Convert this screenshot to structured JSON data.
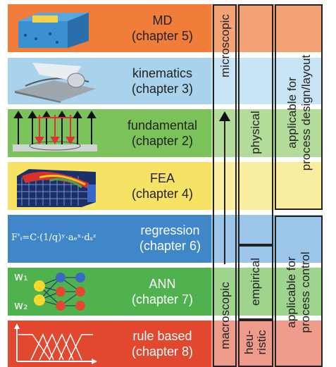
{
  "rows": [
    {
      "name": "MD",
      "chapter": "(chapter 5)",
      "color": "#f07d3a"
    },
    {
      "name": "kinematics",
      "chapter": "(chapter 3)",
      "color": "#a9d3ec"
    },
    {
      "name": "fundamental",
      "chapter": "(chapter 2)",
      "color": "#7cc25a"
    },
    {
      "name": "FEA",
      "chapter": "(chapter 4)",
      "color": "#f6e366"
    },
    {
      "name": "regression",
      "chapter": "(chapter 6)",
      "color": "#3f87c8"
    },
    {
      "name": "ANN",
      "chapter": "(chapter 7)",
      "color": "#4fb24e"
    },
    {
      "name": "rule based",
      "chapter": "(chapter 8)",
      "color": "#e24830"
    }
  ],
  "scale": {
    "top": "microscopic",
    "bottom": "macroscopic"
  },
  "model_types": {
    "physical": "physical",
    "empirical": "empirical",
    "heuristic": "heu-\nristic"
  },
  "applicability": {
    "design": "applicable for\nprocess design/layout",
    "control": "applicable for\nprocess control"
  },
  "icons": {
    "md": "md-block-icon",
    "kinematics": "grinding-wheel-icon",
    "fundamental": "force-arrows-icon",
    "fea": "fea-mesh-icon",
    "regression_formula": "F'ᵢ=C·(1/q)ʸ·aₑˣ·dₛᶻ",
    "ann": "neural-network-icon",
    "ann_w1": "w₁",
    "ann_w2": "w₂",
    "rule": "fuzzy-membership-icon"
  }
}
